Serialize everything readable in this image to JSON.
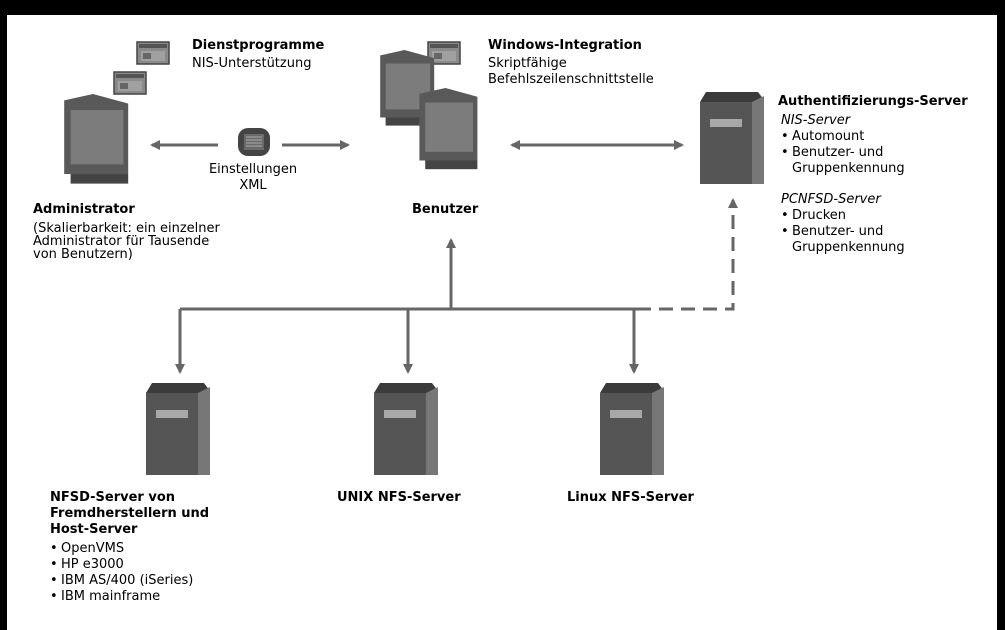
{
  "colors": {
    "frame": "#000000",
    "canvas": "#ffffff",
    "connector": "#666666",
    "device_dark": "#555555",
    "device_mid": "#7a7a7a",
    "device_light": "#8c8c8c",
    "drive_slot": "#a8a8a8"
  },
  "admin": {
    "title": "Administrator",
    "desc": [
      "(Skalierbarkeit: ein einzelner",
      "Administrator für Tausende",
      "von Benutzern)"
    ]
  },
  "utilities": {
    "title": "Dienstprogramme",
    "subtitle": "NIS-Unterstützung"
  },
  "settings": {
    "line1": "Einstellungen",
    "line2": "XML"
  },
  "windows": {
    "title": "Windows-Integration",
    "line1": "Skriptfähige",
    "line2": "Befehlszeilenschnittstelle"
  },
  "user": {
    "title": "Benutzer"
  },
  "auth": {
    "title": "Authentifizierungs-Server",
    "nis": {
      "label": "NIS-Server",
      "items": [
        "Automount",
        "Benutzer- und",
        "Gruppenkennung"
      ]
    },
    "pcnfsd": {
      "label": "PCNFSD-Server",
      "items": [
        "Drucken",
        "Benutzer- und",
        "Gruppenkennung"
      ]
    }
  },
  "nfsd": {
    "title": [
      "NFSD-Server von",
      "Fremdherstellern und",
      "Host-Server"
    ],
    "items": [
      "OpenVMS",
      "HP e3000",
      "IBM AS/400 (iSeries)",
      "IBM mainframe"
    ]
  },
  "unix": {
    "title": "UNIX NFS-Server"
  },
  "linux": {
    "title": "Linux NFS-Server"
  }
}
